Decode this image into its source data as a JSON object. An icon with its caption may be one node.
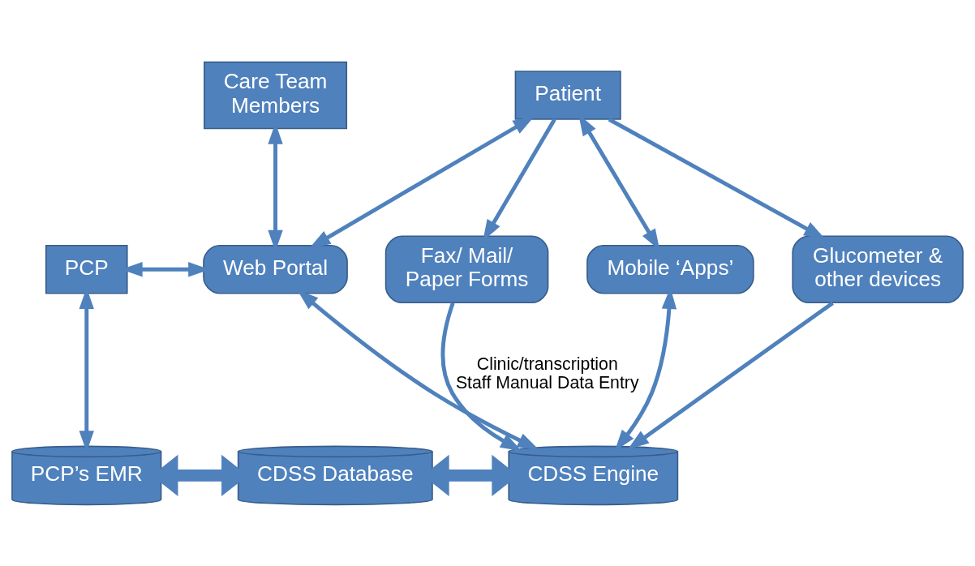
{
  "diagram": {
    "nodes": [
      {
        "text": [
          "Patient"
        ]
      },
      {
        "text": [
          "Care Team Members"
        ]
      },
      {
        "text": [
          "PCP"
        ]
      },
      {
        "text": [
          "Web Portal"
        ]
      },
      {
        "text": [
          "Mobile ‘Apps’"
        ]
      },
      {
        "text": [
          "Glucometer & other devices"
        ]
      },
      {
        "text": [
          "Fax/ Mail/ Paper Forms"
        ]
      },
      {
        "text": [
          "PCP’s EMR"
        ]
      },
      {
        "text": [
          "CDSS Database"
        ]
      },
      {
        "text": [
          "CDSS Engine"
        ]
      }
    ],
    "edges": [
      {
        "from": 1,
        "to": 3,
        "arrow": "both"
      },
      {
        "from": 2,
        "to": 3,
        "arrow": "both"
      },
      {
        "from": 3,
        "to": 0,
        "arrow": "both"
      },
      {
        "from": 0,
        "to": 4,
        "arrow": "both"
      },
      {
        "from": 0,
        "to": 5,
        "arrow": "to"
      },
      {
        "from": 0,
        "to": 6,
        "arrow": "to"
      },
      {
        "from": 2,
        "to": 7,
        "arrow": "both"
      },
      {
        "from": 3,
        "to": 9,
        "arrow": "both"
      },
      {
        "from": 4,
        "to": 9,
        "arrow": "both"
      },
      {
        "from": 5,
        "to": 9,
        "arrow": "to"
      },
      {
        "from": 6,
        "to": 9,
        "arrow": "to",
        "label": "Clinic/transcription Staff Manual Data Entry"
      },
      {
        "from": 7,
        "to": 8,
        "arrow": "both",
        "style": "thick"
      },
      {
        "from": 8,
        "to": 9,
        "arrow": "both",
        "style": "thick"
      }
    ]
  }
}
